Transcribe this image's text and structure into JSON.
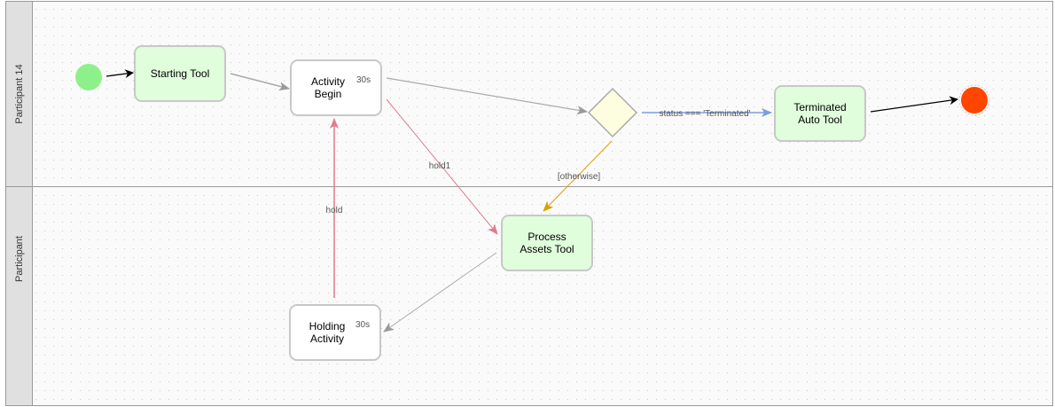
{
  "lanes": [
    {
      "label": "Participant 14"
    },
    {
      "label": "Participant"
    }
  ],
  "nodes": {
    "starting_tool": {
      "label": "Starting Tool"
    },
    "activity_begin": {
      "line1": "Activity",
      "line2": "Begin",
      "timer": "30s"
    },
    "terminated_auto_tool": {
      "line1": "Terminated",
      "line2": "Auto Tool"
    },
    "process_assets_tool": {
      "line1": "Process",
      "line2": "Assets Tool"
    },
    "holding_activity": {
      "line1": "Holding",
      "line2": "Activity",
      "timer": "30s"
    }
  },
  "edges": {
    "status_terminated": "status === 'Terminated'",
    "otherwise": "[otherwise]",
    "hold1": "hold1",
    "hold": "hold"
  },
  "colors": {
    "task_fill": "#e0fddc",
    "start": "#8ef08a",
    "end": "#ff4500",
    "gateway": "#fdfde0",
    "pink": "#e07b8e",
    "blue": "#7a9fdb",
    "orange": "#dba000"
  }
}
